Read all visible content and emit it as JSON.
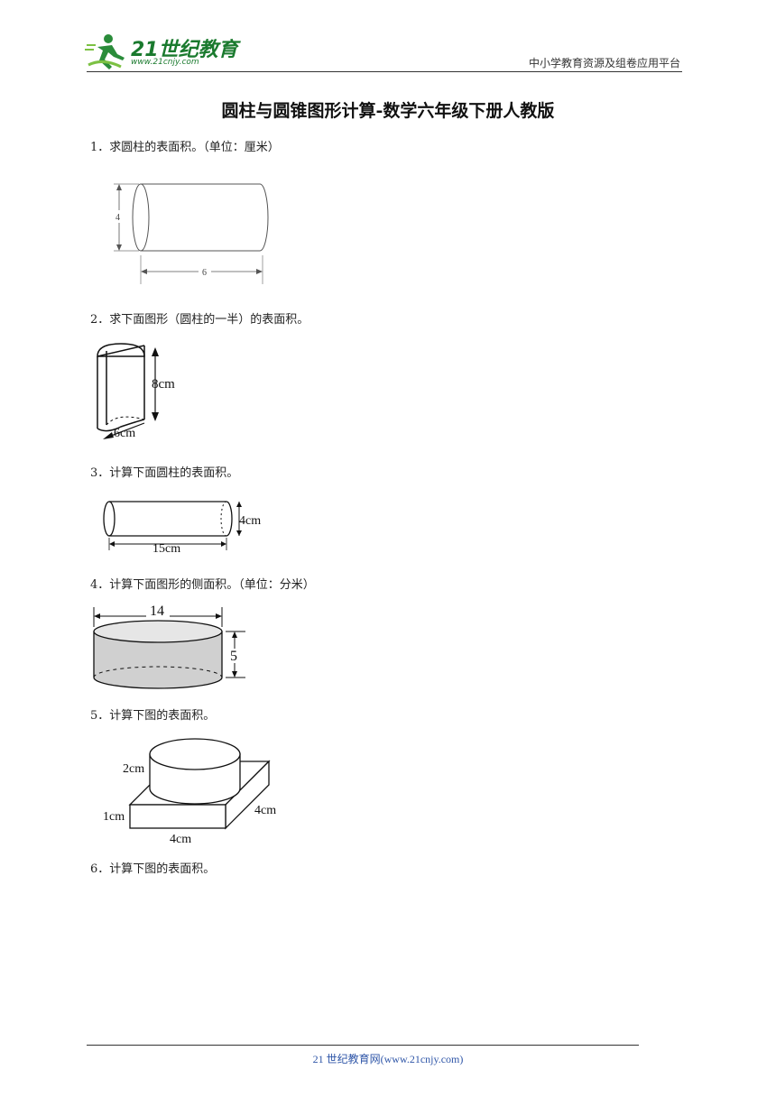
{
  "header": {
    "logo_text": "21世纪教育",
    "logo_url": "www.21cnjy.com",
    "right_text": "中小学教育资源及组卷应用平台"
  },
  "title": "圆柱与圆锥图形计算-数学六年级下册人教版",
  "questions": [
    {
      "number": "1．",
      "text": "求圆柱的表面积。（单位：厘米）",
      "fig_labels": [
        "4",
        "6"
      ]
    },
    {
      "number": "2．",
      "text": "求下面图形（圆柱的一半）的表面积。",
      "fig_labels": [
        "8cm",
        "6cm"
      ]
    },
    {
      "number": "3．",
      "text": "计算下面圆柱的表面积。",
      "fig_labels": [
        "4cm",
        "15cm"
      ]
    },
    {
      "number": "4．",
      "text": "计算下面图形的侧面积。（单位：分米）",
      "fig_labels": [
        "14",
        "5"
      ]
    },
    {
      "number": "5．",
      "text": "计算下图的表面积。",
      "fig_labels": [
        "2cm",
        "1cm",
        "4cm",
        "4cm"
      ]
    },
    {
      "number": "6．",
      "text": "计算下图的表面积。",
      "fig_labels": []
    }
  ],
  "footer": "21 世纪教育网(www.21cnjy.com)"
}
